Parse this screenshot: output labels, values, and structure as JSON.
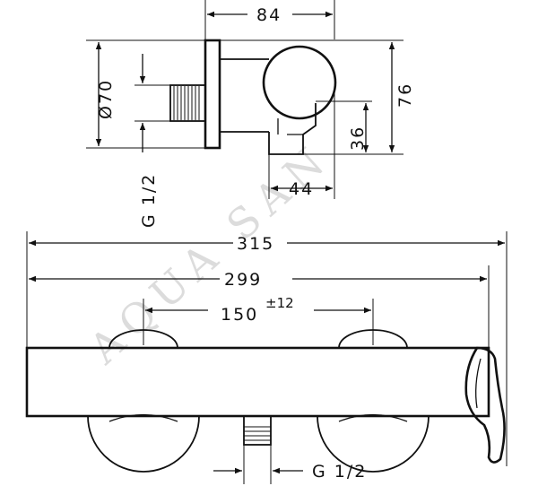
{
  "watermark": "AQUA SAN",
  "side_view": {
    "dim_top_width": "84",
    "dim_diameter": "Ø70",
    "dim_height": "76",
    "dim_center": "36",
    "dim_bottom_width": "44",
    "thread_label": "G 1/2"
  },
  "front_view": {
    "dim_total": "315",
    "dim_body": "299",
    "dim_centers": "150",
    "dim_tolerance": "±12",
    "thread_label": "G 1/2"
  }
}
